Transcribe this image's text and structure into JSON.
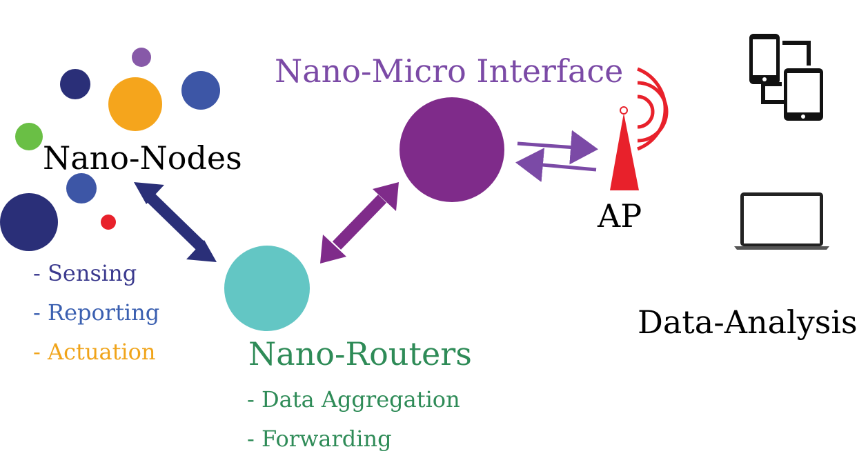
{
  "labels": {
    "nano_nodes": "Nano-Nodes",
    "nano_micro_interface": "Nano-Micro Interface",
    "ap": "AP",
    "nano_routers": "Nano-Routers",
    "data_analysis": "Data-Analysis"
  },
  "nano_nodes_functions": [
    "- Sensing",
    "- Reporting",
    "- Actuation"
  ],
  "nano_routers_functions": [
    "- Data Aggregation",
    "- Forwarding"
  ],
  "colors": {
    "navy": "#2a2f78",
    "orange": "#f5a51c",
    "purple_node": "#7f2b8a",
    "purple_text": "#7b4aa6",
    "teal": "#63c6c4",
    "blue": "#3d56a6",
    "green": "#6abf45",
    "red": "#e8212b",
    "router_green": "#2e8b57"
  },
  "icons": [
    "smartphone-icon",
    "tablet-icon",
    "laptop-icon",
    "antenna-icon",
    "wireless-signal-icon"
  ]
}
